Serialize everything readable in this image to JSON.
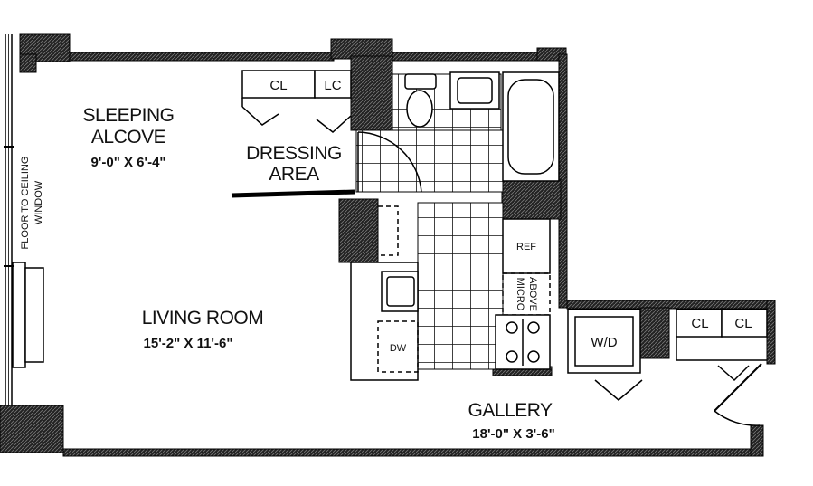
{
  "rooms": {
    "sleeping_alcove": {
      "line1": "SLEEPING",
      "line2": "ALCOVE",
      "dims": "9'-0\" X 6'-4\""
    },
    "dressing_area": {
      "line1": "DRESSING",
      "line2": "AREA"
    },
    "living_room": {
      "name": "LIVING ROOM",
      "dims": "15'-2\" X 11'-6\""
    },
    "gallery": {
      "name": "GALLERY",
      "dims": "18'-0\" X 3'-6\""
    }
  },
  "fixtures": {
    "closet_left": "CL",
    "linen_closet": "LC",
    "refrigerator": "REF",
    "micro_above_line1": "MICRO",
    "micro_above_line2": "ABOVE",
    "dishwasher": "DW",
    "washer_dryer": "W/D",
    "gallery_closet_1": "CL",
    "gallery_closet_2": "CL"
  },
  "window": {
    "line1": "FLOOR TO CEILING",
    "line2": "WINDOW"
  }
}
